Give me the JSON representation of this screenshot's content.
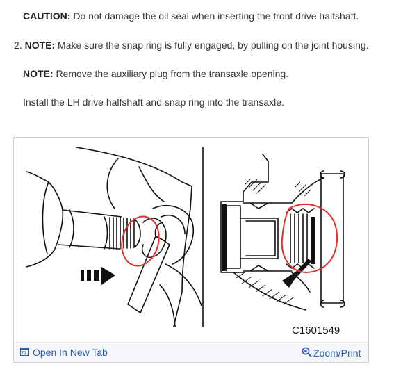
{
  "steps": {
    "caution_label": "CAUTION:",
    "caution_text": " Do not damage the oil seal when inserting the front drive halfshaft.",
    "step_number": "2.",
    "note1_label": "NOTE:",
    "note1_text": " Make sure the snap ring is fully engaged, by pulling on the joint housing.",
    "note2_label": "NOTE:",
    "note2_text": " Remove the auxiliary plug from the transaxle opening.",
    "instruction": "Install the LH drive halfshaft and snap ring into the transaxle."
  },
  "figure": {
    "id": "C1601549",
    "open_tab_label": "Open In New Tab",
    "zoom_label": "Zoom/Print",
    "open_tab_icon": "open-in-new-tab-icon",
    "zoom_icon": "magnifier-zoom-icon",
    "annotation_color": "#e0302a",
    "link_color": "#2a5db0"
  }
}
